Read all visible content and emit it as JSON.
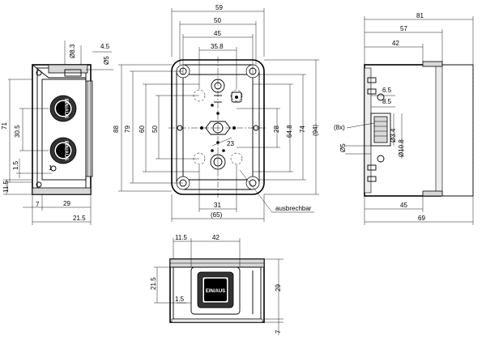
{
  "dimensions": {
    "side": {
      "d8_3": "Ø8.3",
      "d4_5": "4.5",
      "d5": "Ø5",
      "d71": "71",
      "d30_5": "30.5",
      "d1_5": "1.5",
      "d11_5": "11.5",
      "d1": "1",
      "d7": "7",
      "d29": "29",
      "d21_5": "21.5"
    },
    "front": {
      "d59": "59",
      "d50": "50",
      "d45": "45",
      "d35_8": "35.8",
      "d88": "88",
      "d79": "79",
      "d60": "60",
      "d50v": "50",
      "d28": "28",
      "d64_8": "64.8",
      "d74": "74",
      "d94": "(94)",
      "d31": "31",
      "d65": "(65)",
      "d23": "23",
      "note": "ausbrechbar"
    },
    "right": {
      "d81": "81",
      "d57": "57",
      "d42": "42",
      "d6_5": "6.5",
      "d8_5": "8.5",
      "d8x": "(8x)",
      "d3_4": "Ø3.4",
      "d10_8": "Ø10.8",
      "d5": "Ø5",
      "d45": "45",
      "d69": "69"
    },
    "bottom": {
      "d11_5": "11.5",
      "d42": "42",
      "d21_5": "21.5",
      "d1_5": "1.5",
      "d29": "29",
      "d7": "7"
    }
  },
  "button_labels": {
    "side_top": "EIN/AUS",
    "side_bottom": "EIN/AUS",
    "bottom_view": "EIN/AUS"
  }
}
